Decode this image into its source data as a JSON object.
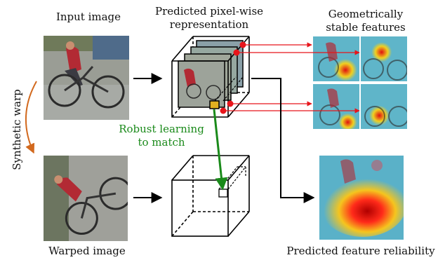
{
  "labels": {
    "input_image": "Input image",
    "predicted_line1": "Predicted pixel-wise",
    "predicted_line2": "representation",
    "geo_line1": "Geometrically",
    "geo_line2": "stable features",
    "synthetic_warp": "Synthetic warp",
    "robust_line1": "Robust learning",
    "robust_line2": "to match",
    "warped_image": "Warped image",
    "reliability": "Predicted feature reliability"
  },
  "colors": {
    "warp_arrow": "#d2691e",
    "match_arrow": "#1a8a1a",
    "correspondence": "#e8151b",
    "robust_text": "#1a8a1a"
  }
}
